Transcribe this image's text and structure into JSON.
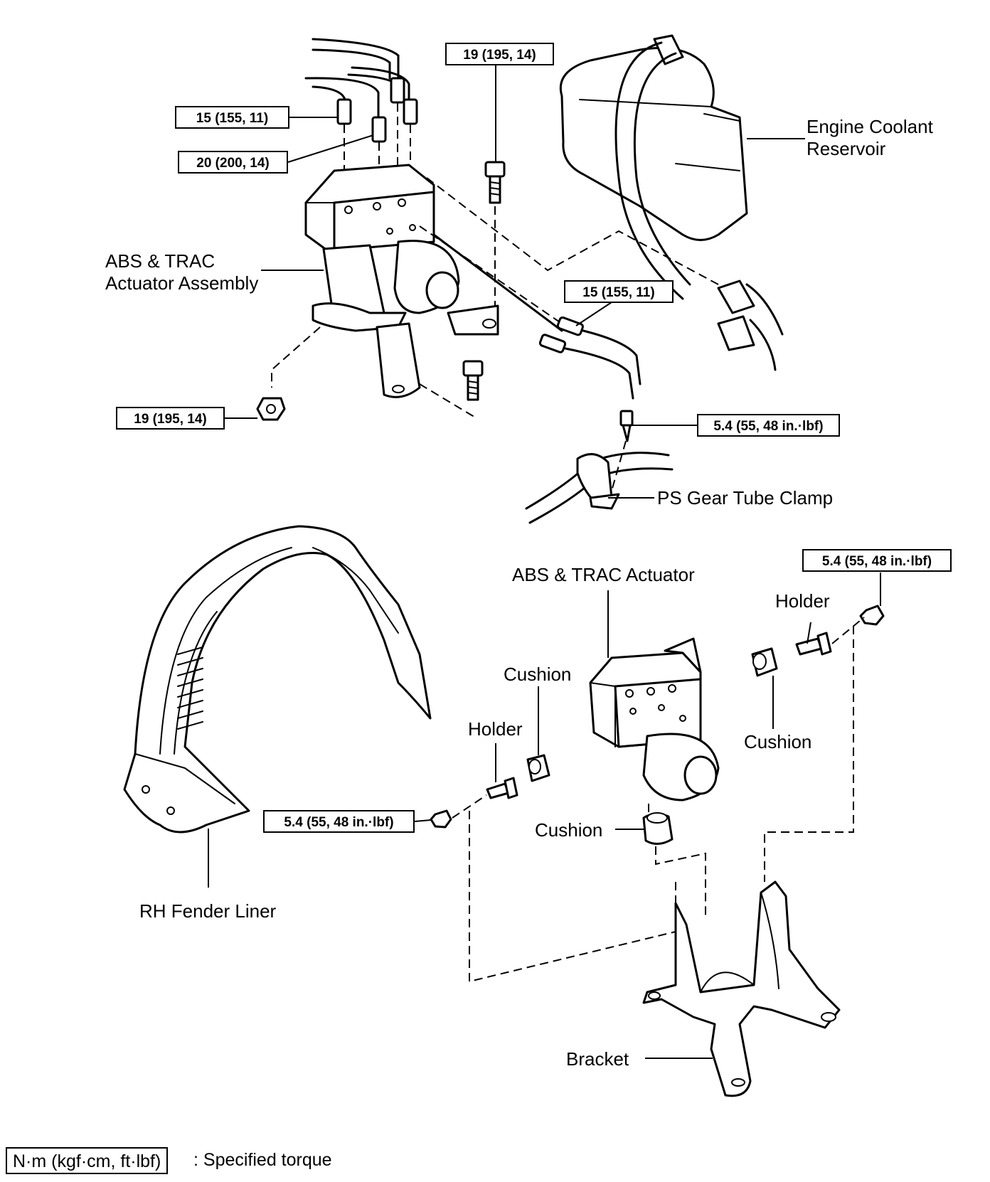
{
  "torque_specs": {
    "t_top_center": "19 (195, 14)",
    "t_line_a": "15 (155, 11)",
    "t_line_b": "20 (200, 14)",
    "t_side_line": "15 (155, 11)",
    "t_nut_left": "19 (195, 14)",
    "t_clamp_bolt": "5.4 (55, 48 in.·lbf)",
    "t_right_nut": "5.4 (55, 48 in.·lbf)",
    "t_left_nut": "5.4 (55, 48 in.·lbf)"
  },
  "labels": {
    "coolant_line1": "Engine Coolant",
    "coolant_line2": "Reservoir",
    "actuator_assembly_line1": "ABS & TRAC",
    "actuator_assembly_line2": "Actuator Assembly",
    "ps_clamp": "PS Gear Tube Clamp",
    "actuator": "ABS & TRAC Actuator",
    "holder_right": "Holder",
    "holder_left": "Holder",
    "cushion_upper_left": "Cushion",
    "cushion_right": "Cushion",
    "cushion_lower": "Cushion",
    "fender_liner": "RH Fender Liner",
    "bracket": "Bracket"
  },
  "legend": {
    "unit_box": "N·m (kgf·cm, ft·lbf)",
    "description": ": Specified torque"
  }
}
